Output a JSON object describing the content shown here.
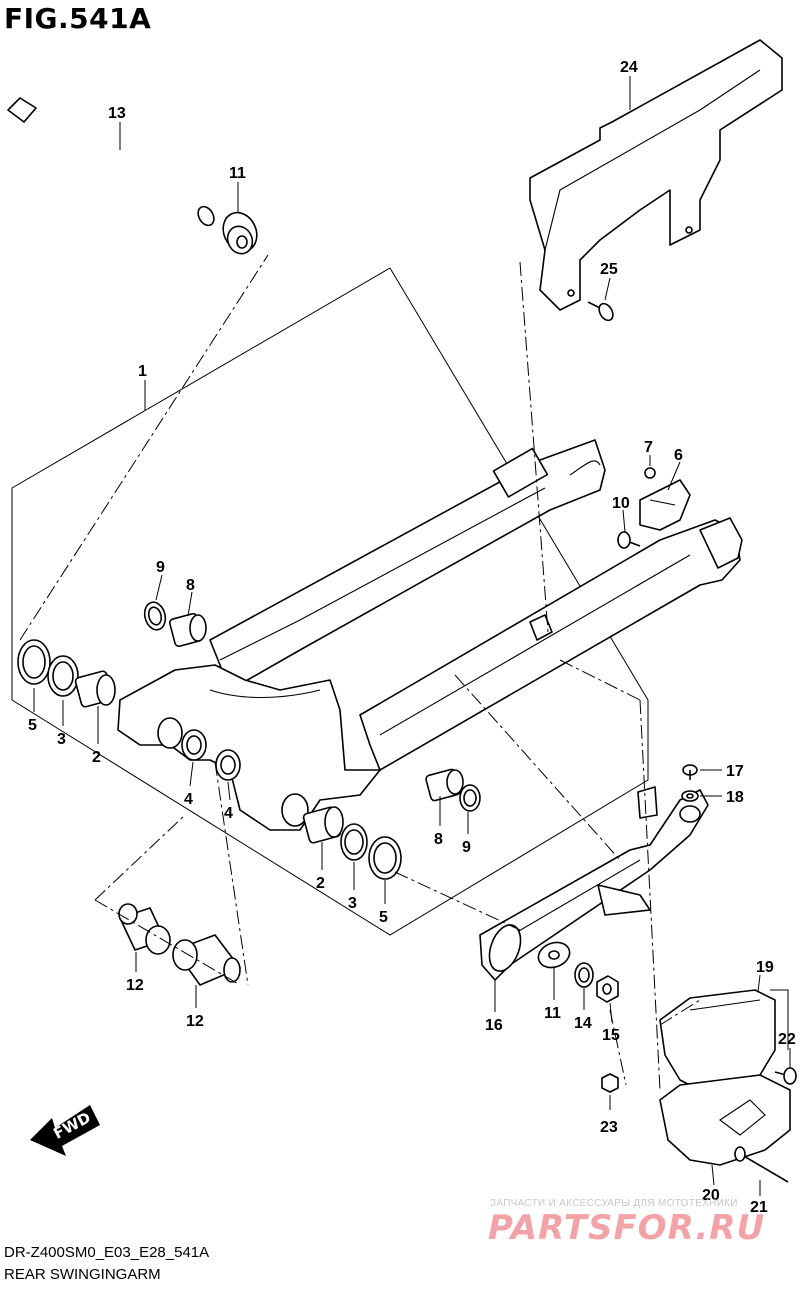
{
  "figure_title": "FIG.541A",
  "footer": {
    "code": "DR-Z400SM0_E03_E28_541A",
    "name": "REAR SWINGINGARM"
  },
  "watermark": {
    "tagline": "ЗАПЧАСТИ И АКСЕССУАРЫ ДЛЯ МОТОТЕХНИКИ",
    "logo": "PARTSFOR.RU"
  },
  "fwd_label": "FWD",
  "callouts": {
    "c1": "1",
    "c2a": "2",
    "c2b": "2",
    "c3a": "3",
    "c3b": "3",
    "c4a": "4",
    "c4b": "4",
    "c5a": "5",
    "c5b": "5",
    "c6": "6",
    "c7": "7",
    "c8a": "8",
    "c8b": "8",
    "c9a": "9",
    "c9b": "9",
    "c10": "10",
    "c11a": "11",
    "c11b": "11",
    "c12a": "12",
    "c12b": "12",
    "c13": "13",
    "c14": "14",
    "c15": "15",
    "c16": "16",
    "c17": "17",
    "c18": "18",
    "c19": "19",
    "c20": "20",
    "c21": "21",
    "c22": "22",
    "c23": "23",
    "c24": "24",
    "c25": "25"
  },
  "colors": {
    "line": "#000000",
    "background": "#ffffff",
    "watermark_logo": "#f2a3a8",
    "watermark_text": "#c7c7c7"
  }
}
